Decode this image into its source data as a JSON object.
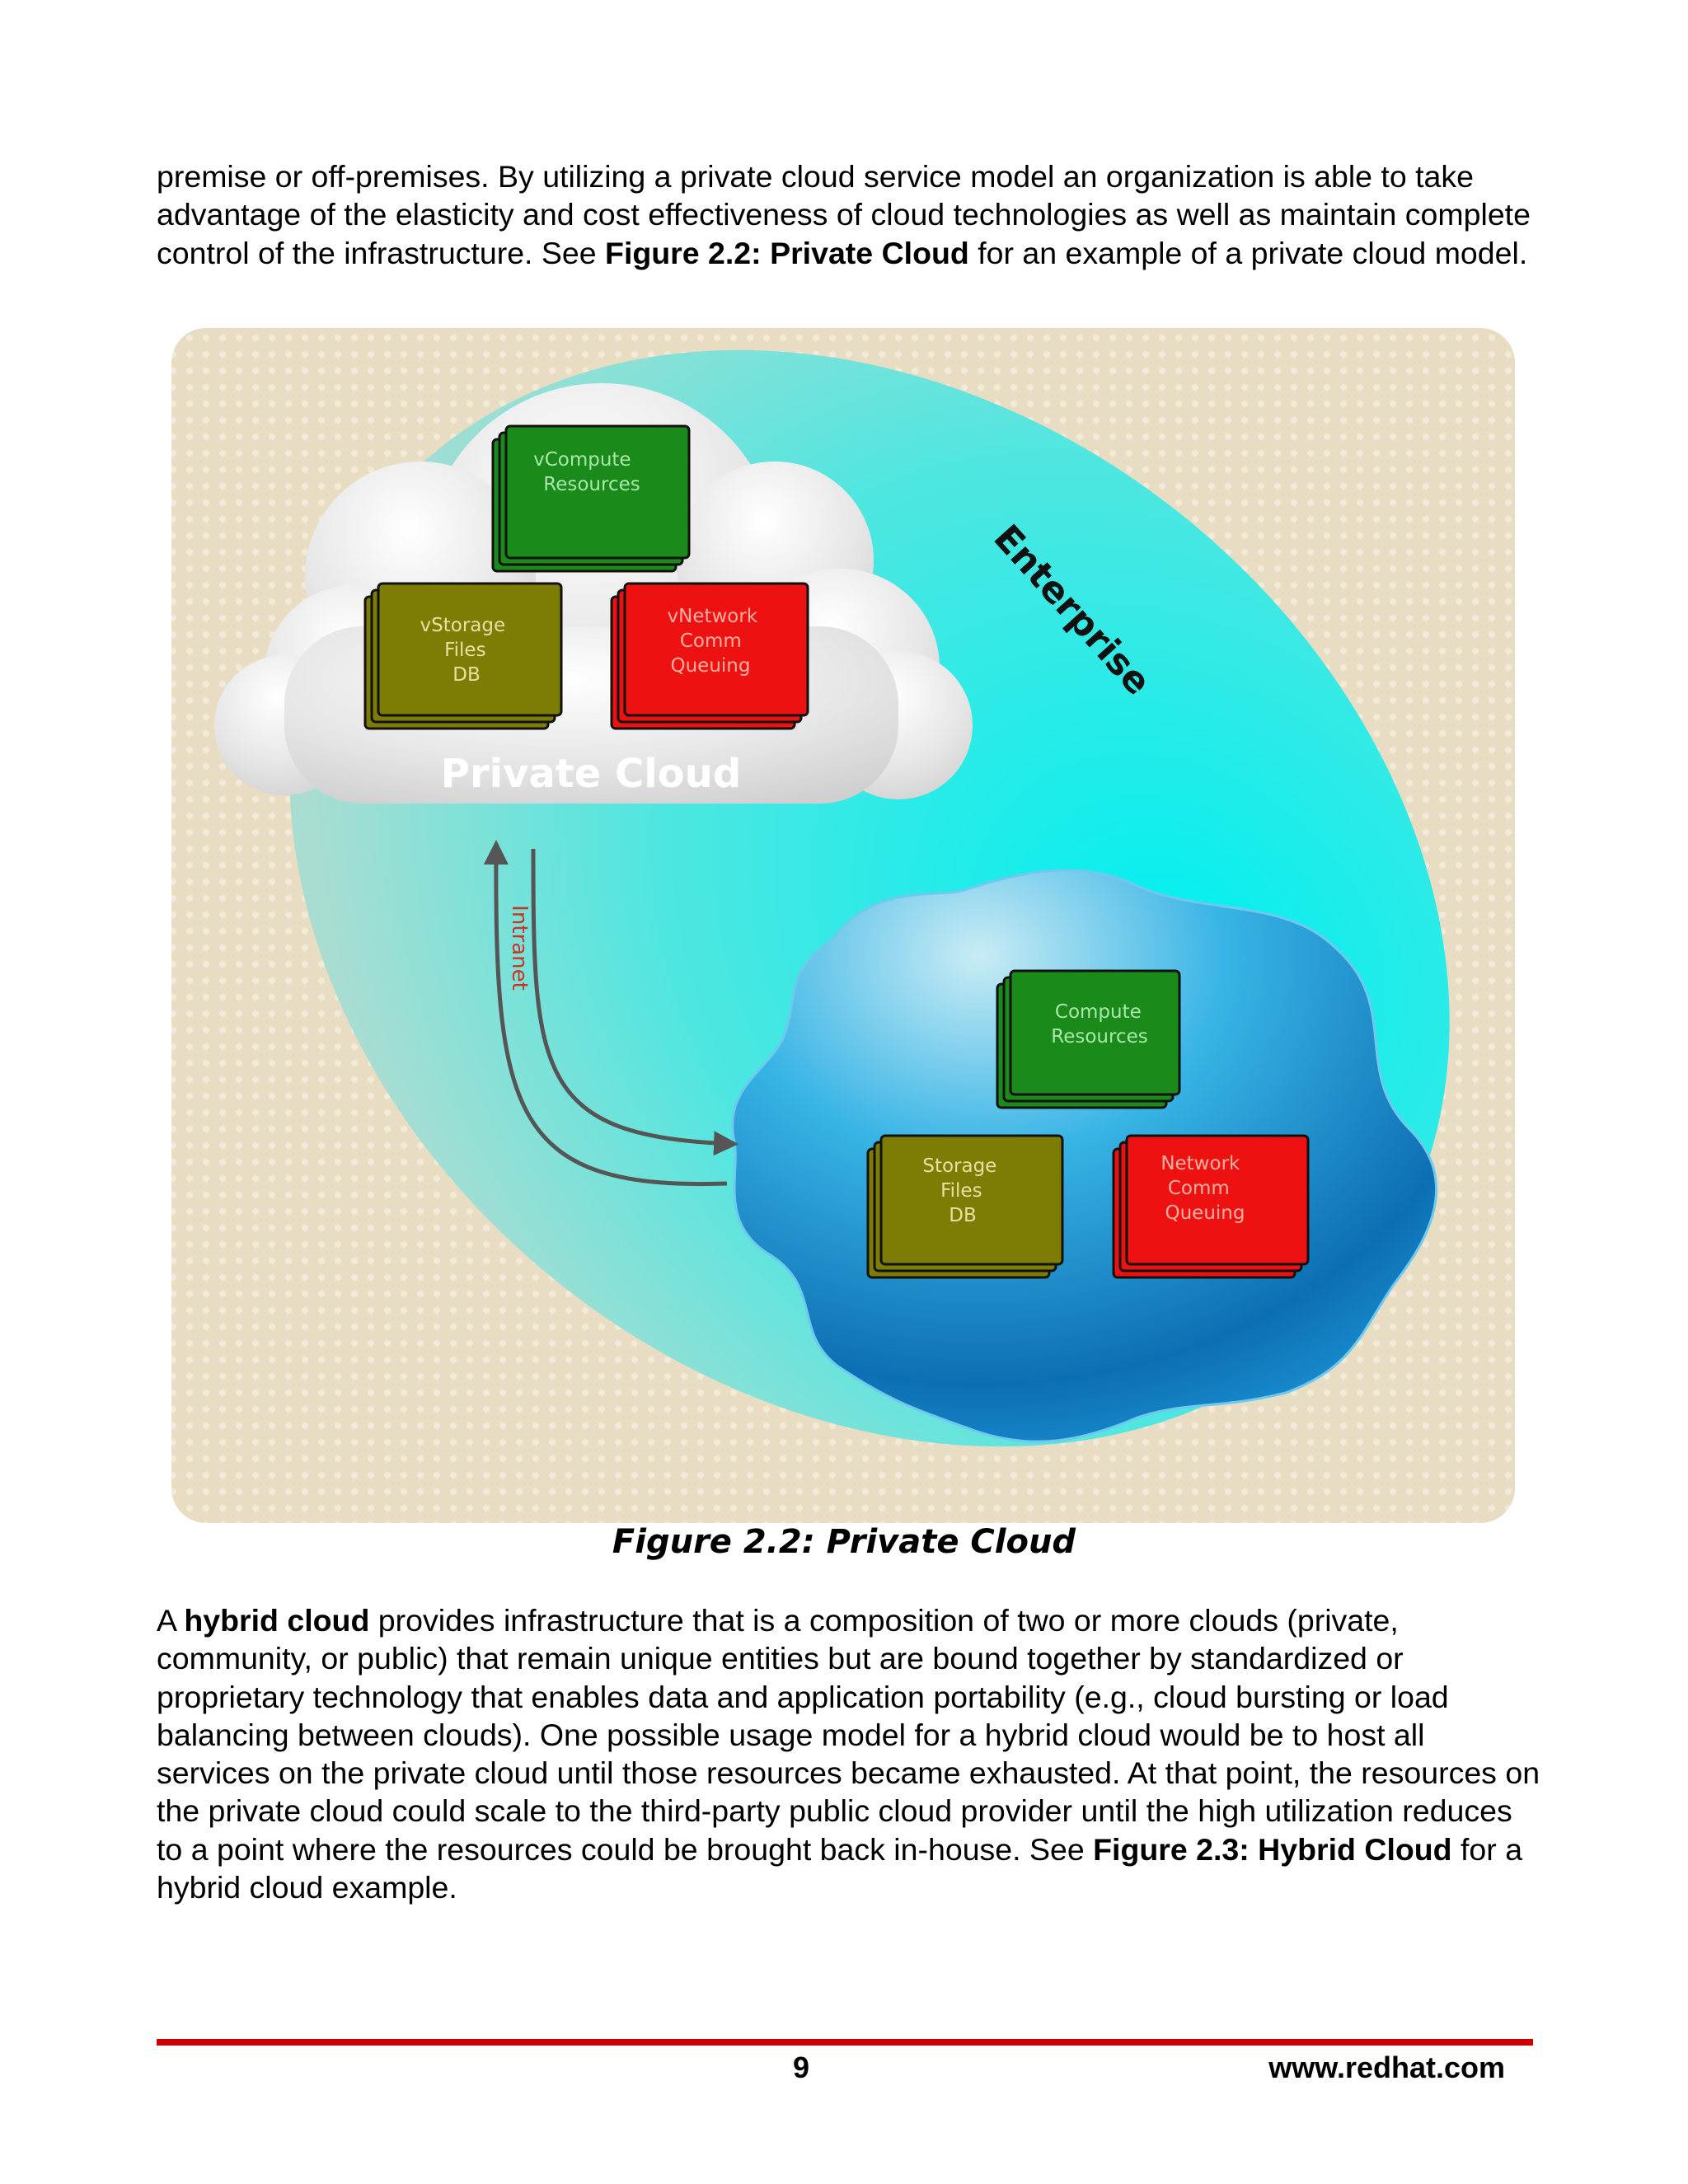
{
  "paragraph1": {
    "text_before": "premise or off-premises. By utilizing a private cloud service model an organization is able to take advantage of the elasticity and cost effectiveness of cloud technologies as well as maintain complete control of the infrastructure. See ",
    "bold_ref": "Figure 2.2: Private Cloud",
    "text_after": "  for an example of a private cloud model."
  },
  "figure": {
    "caption": "Figure 2.2: Private Cloud",
    "enterprise_label": "Enterprise",
    "private_cloud_label": "Private Cloud",
    "intranet_label": "Intranet",
    "private_boxes": {
      "compute": [
        "vCompute",
        "Resources"
      ],
      "storage": [
        "vStorage",
        "Files",
        "DB"
      ],
      "network": [
        "vNetwork",
        "Comm",
        "Queuing"
      ]
    },
    "datacenter_boxes": {
      "compute": [
        "Compute",
        "Resources"
      ],
      "storage": [
        "Storage",
        "Files",
        "DB"
      ],
      "network": [
        "Network",
        "Comm",
        "Queuing"
      ]
    },
    "colors": {
      "background": "#e8dcc2",
      "enterprise_ellipse": "#20e8e8",
      "cloud": "#dcdcdc",
      "datacenter_blob": "#1a88cc",
      "compute_box": "#1a8a1a",
      "storage_box": "#7d7d06",
      "network_box": "#ee1111",
      "intranet_text": "#cc3322",
      "arrow": "#555555"
    }
  },
  "paragraph2": {
    "lead": "A ",
    "bold_term": "hybrid cloud",
    "body": " provides infrastructure that is a composition of two or more clouds (private, community, or public) that remain unique entities but are bound together by standardized or proprietary technology that enables data and application portability (e.g., cloud bursting or load balancing between clouds). One possible usage model for a hybrid cloud would be to host all services on the private cloud until those resources became exhausted. At that point, the resources on the private cloud could scale to the third-party public cloud provider until the high utilization reduces to a point where the resources could be brought back in-house. See ",
    "bold_ref": "Figure 2.3: Hybrid Cloud",
    "tail": " for a hybrid cloud example."
  },
  "footer": {
    "page_number": "9",
    "url": "www.redhat.com"
  }
}
